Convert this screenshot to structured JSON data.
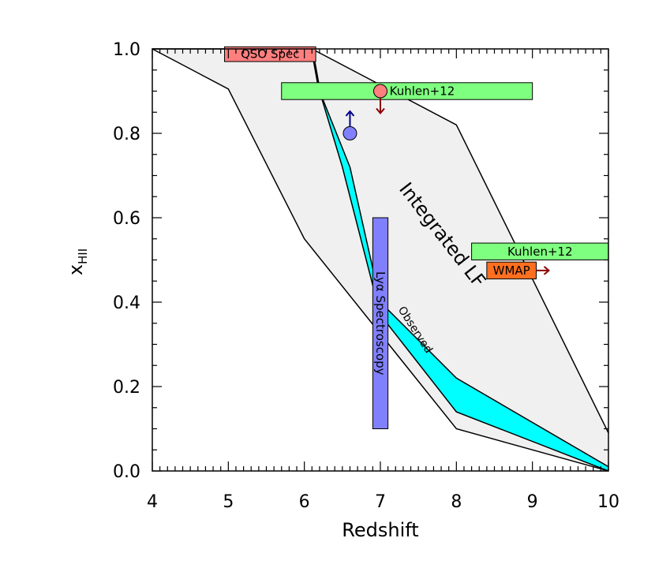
{
  "chart_data": {
    "type": "line",
    "xlabel": "Redshift",
    "ylabel": "x",
    "ylabel_subscript": "HII",
    "xlim": [
      4,
      10
    ],
    "ylim": [
      0.0,
      1.0
    ],
    "xticks": [
      "4",
      "5",
      "6",
      "7",
      "8",
      "9",
      "10"
    ],
    "yticks": [
      "0.0",
      "0.2",
      "0.4",
      "0.6",
      "0.8",
      "1.0"
    ],
    "grid": false,
    "regions": [
      {
        "label": "Integrated LF",
        "color": "#f0f0f0",
        "upper": [
          [
            4.0,
            1.0
          ],
          [
            6.1,
            1.0
          ],
          [
            8.0,
            0.82
          ],
          [
            10.0,
            0.09
          ]
        ],
        "lower": [
          [
            4.0,
            1.0
          ],
          [
            5.0,
            0.905
          ],
          [
            6.0,
            0.55
          ],
          [
            8.0,
            0.1
          ],
          [
            10.0,
            0.0
          ]
        ]
      },
      {
        "label": "Observed",
        "color": "#00ffff",
        "upper": [
          [
            6.2,
            0.9
          ],
          [
            6.6,
            0.72
          ],
          [
            7.0,
            0.4
          ],
          [
            8.0,
            0.22
          ],
          [
            10.0,
            0.01
          ]
        ],
        "lower": [
          [
            6.2,
            0.9
          ],
          [
            6.5,
            0.72
          ],
          [
            7.0,
            0.37
          ],
          [
            8.0,
            0.14
          ],
          [
            10.0,
            0.0
          ]
        ]
      }
    ],
    "qso_line": [
      [
        6.1,
        1.0
      ],
      [
        6.2,
        0.9
      ]
    ],
    "boxes": [
      {
        "label": "QSO Spec",
        "x": [
          4.95,
          6.15
        ],
        "y": [
          0.97,
          1.005
        ],
        "color": "#ff7f7f"
      },
      {
        "label": "Kuhlen+12",
        "x": [
          5.7,
          9.0
        ],
        "y": [
          0.88,
          0.92
        ],
        "color": "#7fff7f"
      },
      {
        "label": "Kuhlen+12",
        "x": [
          8.2,
          10.0
        ],
        "y": [
          0.5,
          0.54
        ],
        "color": "#7fff7f"
      },
      {
        "label": "WMAP",
        "x": [
          8.4,
          9.05
        ],
        "y": [
          0.455,
          0.495
        ],
        "color": "#ff6f1f",
        "arrow": "right",
        "arrow_color": "#8b0000"
      },
      {
        "label": "Lyα Spectroscopy",
        "x": [
          6.9,
          7.1
        ],
        "y": [
          0.1,
          0.6
        ],
        "color": "#8080ff",
        "vertical": true
      }
    ],
    "points": [
      {
        "x": 7.0,
        "y": 0.9,
        "color": "#ff7f7f",
        "arrow": "down",
        "arrow_color": "#8b0000"
      },
      {
        "x": 6.6,
        "y": 0.8,
        "color": "#8080ff",
        "arrow": "up",
        "arrow_color": "#00008b"
      }
    ]
  }
}
